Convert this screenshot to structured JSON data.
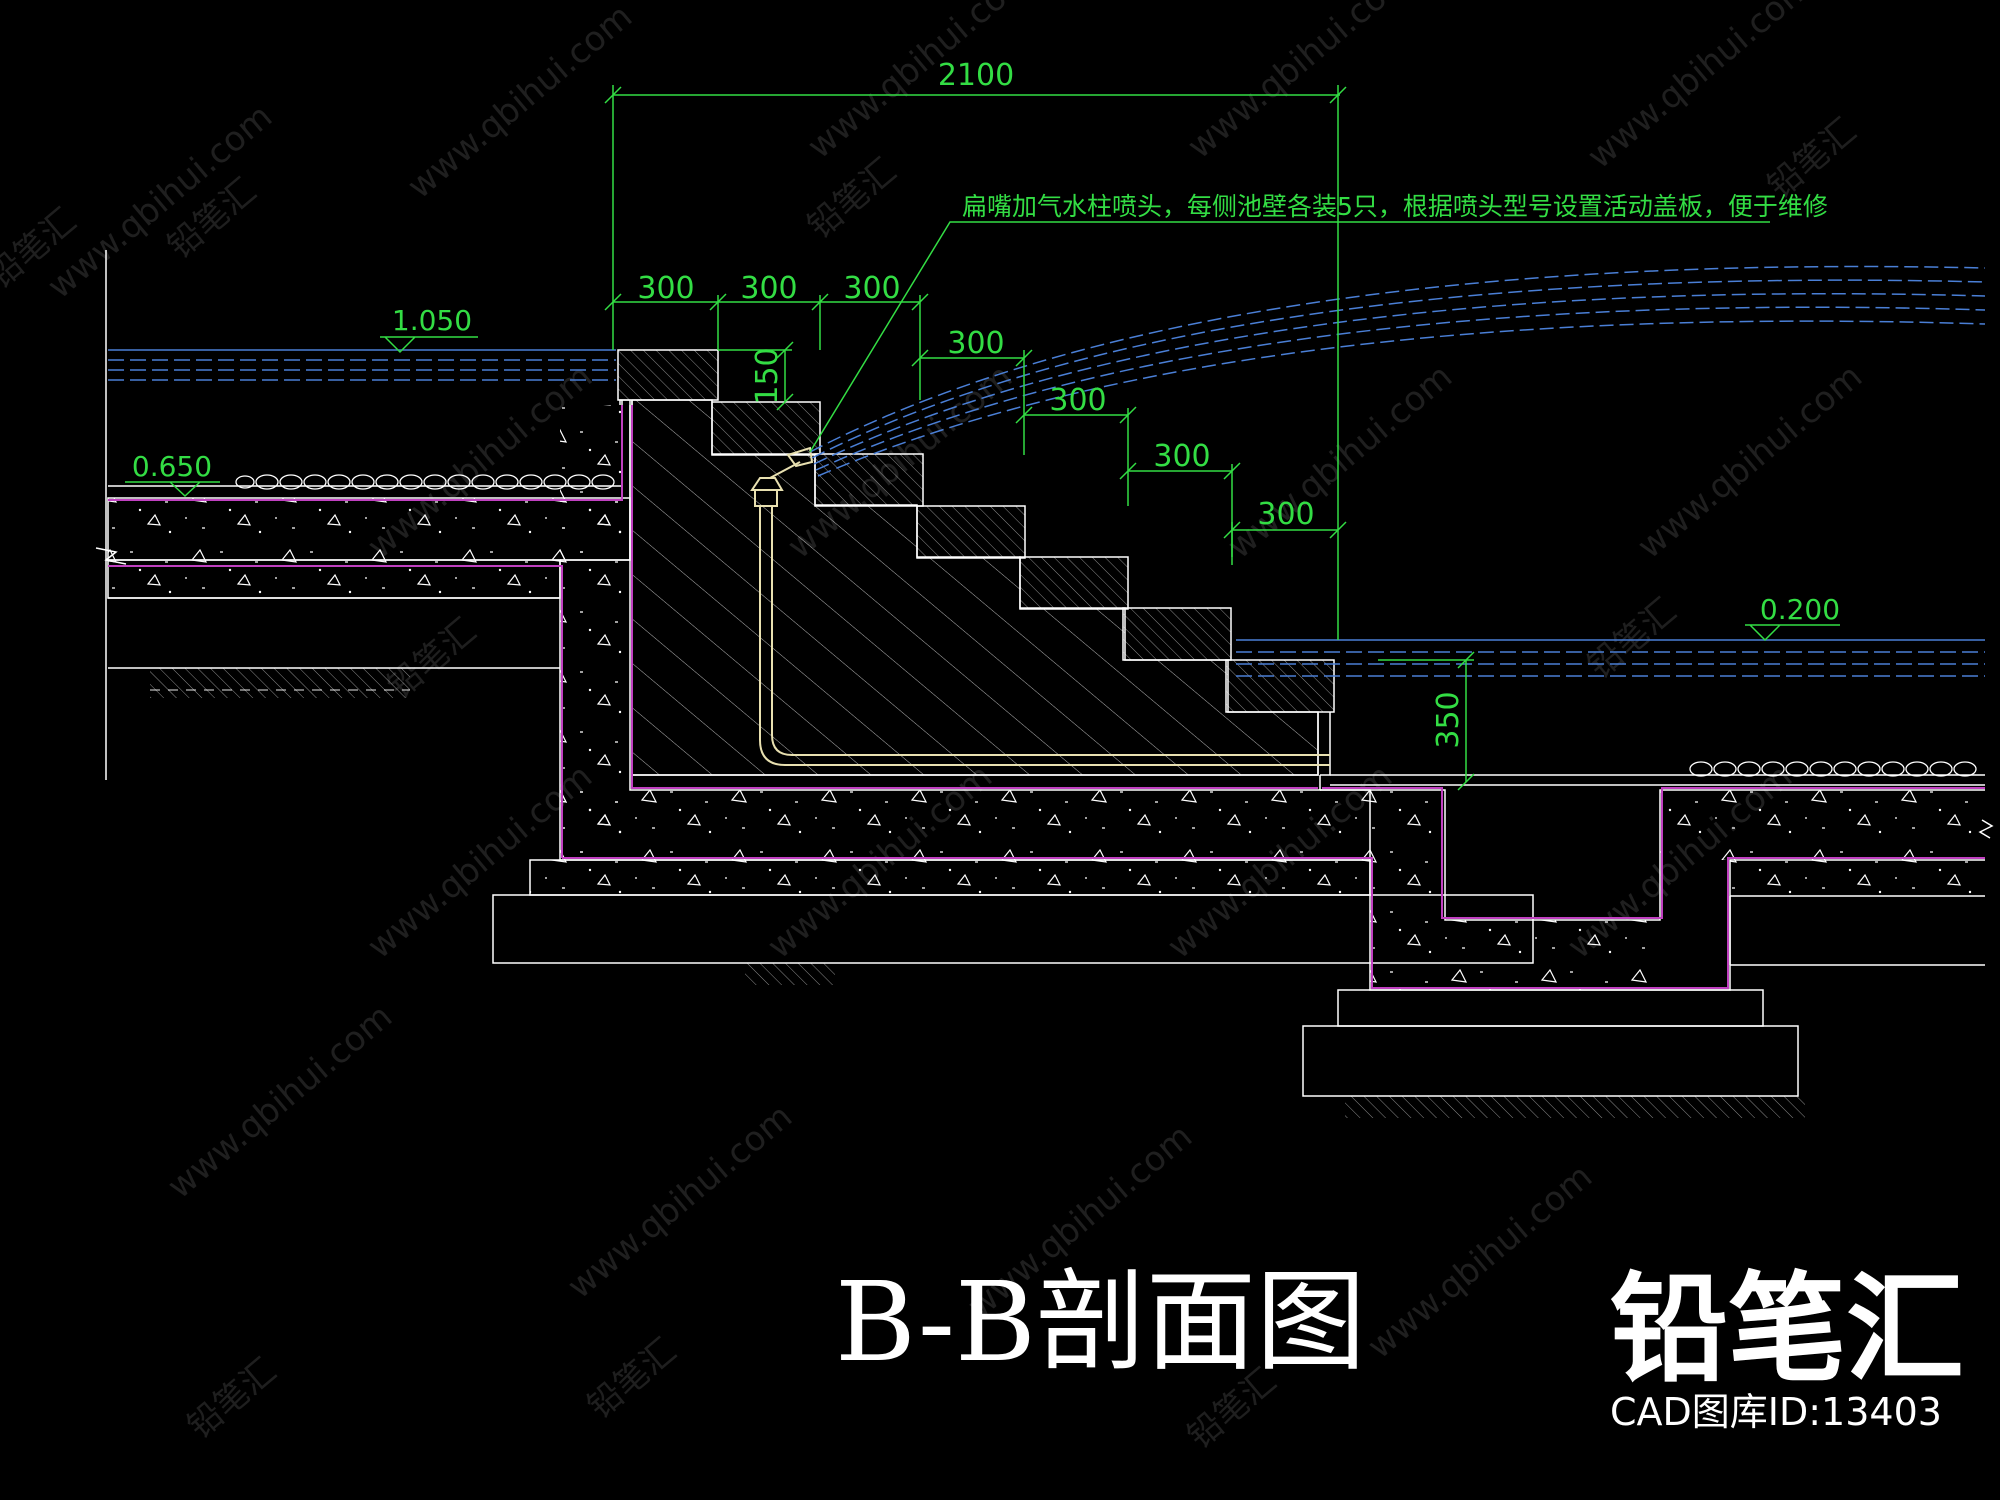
{
  "colors": {
    "background": "#000000",
    "dimension": "#33dd44",
    "structure": "#ffffff",
    "membrane": "#c040c0",
    "water": "#4a7fd6",
    "watermark": "#3a3a3a"
  },
  "dimensions": {
    "overall": "2100",
    "steps": [
      "300",
      "300",
      "300",
      "300",
      "300",
      "300",
      "300"
    ],
    "step_height": "150",
    "basin_depth": "350"
  },
  "elevations": {
    "upper_water": "1.050",
    "upper_floor": "0.650",
    "lower_water": "0.200"
  },
  "note": "扁嘴加气水柱喷头，每侧池壁各装5只，根据喷头型号设置活动盖板，便于维修",
  "title": "B-B剖面图",
  "brand": {
    "name": "铅笔汇",
    "id_text": "CAD图库ID:13403"
  },
  "watermark": {
    "url": "www.qbihui.com",
    "name": "铅笔汇"
  }
}
